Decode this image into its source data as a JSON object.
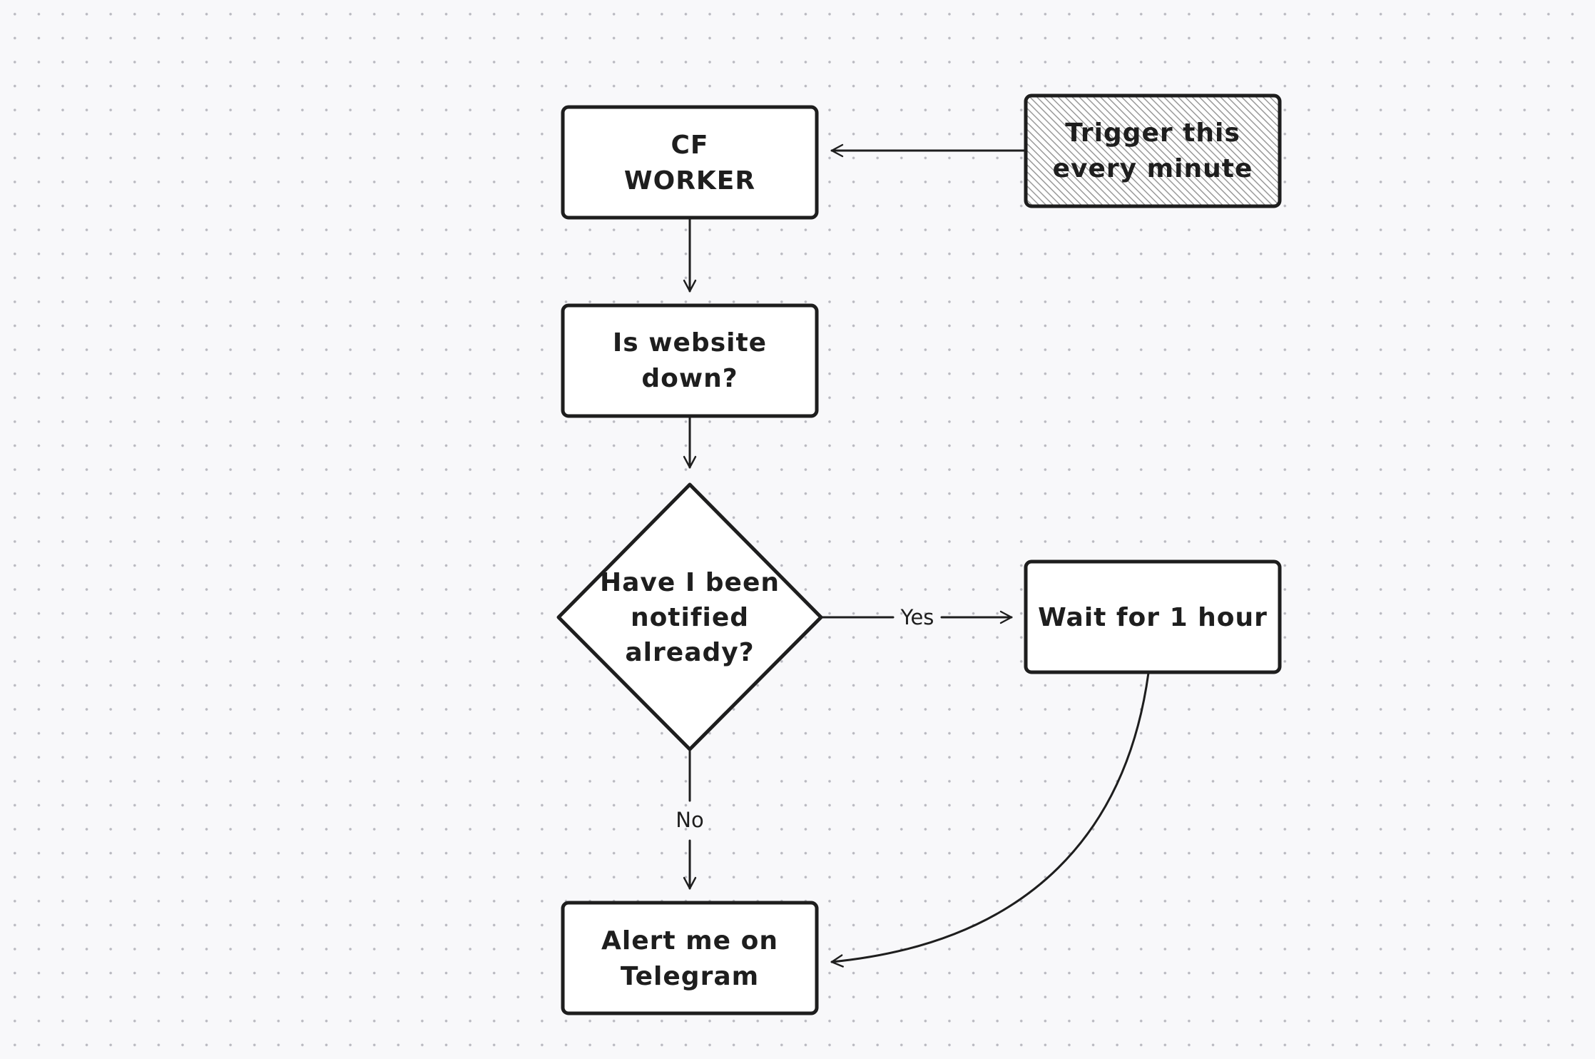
{
  "diagram": {
    "nodes": {
      "cf_worker": {
        "lines": [
          "CF",
          "WORKER"
        ]
      },
      "trigger": {
        "lines": [
          "Trigger this",
          "every minute"
        ]
      },
      "is_down": {
        "lines": [
          "Is website",
          "down?"
        ]
      },
      "notified": {
        "lines": [
          "Have I been",
          "notified",
          "already?"
        ]
      },
      "wait": {
        "lines": [
          "Wait for 1 hour"
        ]
      },
      "alert": {
        "lines": [
          "Alert me on",
          "Telegram"
        ]
      }
    },
    "edges": {
      "yes_label": "Yes",
      "no_label": "No"
    }
  },
  "colors": {
    "stroke": "#1e1e1e",
    "node_fill": "#ffffff",
    "background": "#f8f8fa",
    "hatch": "#a8a8a8"
  }
}
